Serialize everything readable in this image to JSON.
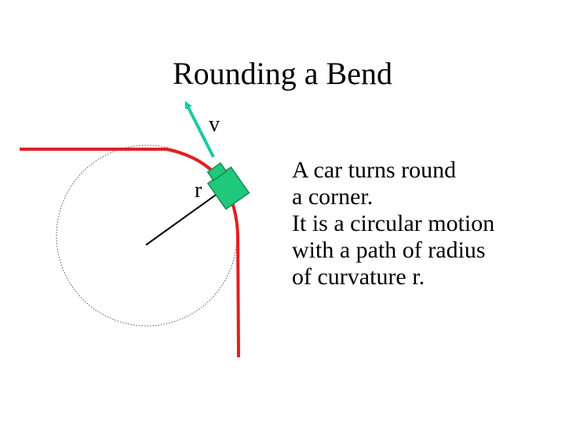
{
  "slide": {
    "title": "Rounding a Bend",
    "colors": {
      "road": "#e02020",
      "car": "#1fc87a",
      "velocity_arrow": "#1fc8a0",
      "radius_line": "#000000",
      "circle": "#555555"
    }
  },
  "diagram": {
    "velocity_label": "v",
    "radius_label": "r"
  },
  "description": {
    "lines": [
      "A car turns round",
      "a corner.",
      "It is a circular motion",
      "with a path of radius",
      "of curvature r."
    ]
  }
}
